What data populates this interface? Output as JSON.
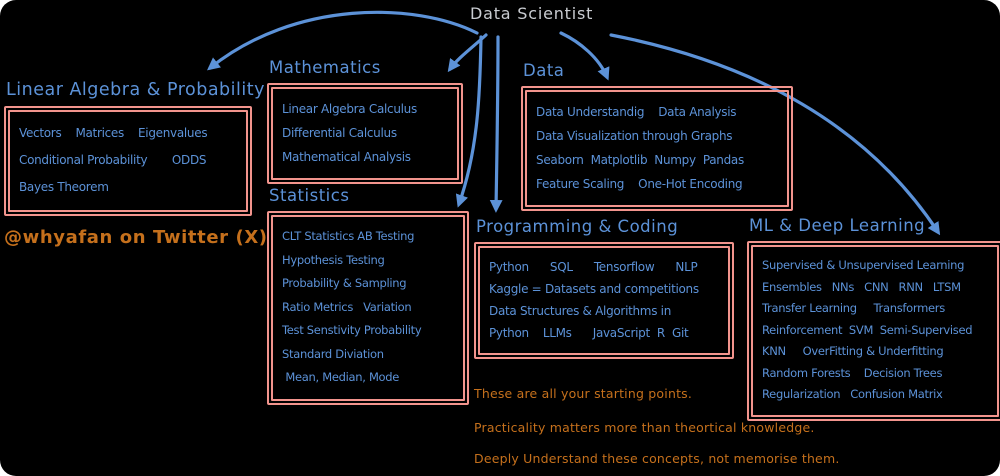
{
  "title": "Data Scientist",
  "credit": "@whyafan on Twitter (X)",
  "colors": {
    "bg": "#000000",
    "blue": "#5c92d8",
    "salmon": "#f2948d",
    "orange": "#c5701c",
    "gray": "#c9ccd1"
  },
  "boxes": {
    "linear": {
      "heading": "Linear Algebra & Probability",
      "lines": [
        "Vectors    Matrices    Eigenvalues",
        "Conditional Probability       ODDS",
        "Bayes Theorem"
      ]
    },
    "math": {
      "heading": "Mathematics",
      "lines": [
        "Linear Algebra Calculus",
        "Differential Calculus",
        "Mathematical Analysis"
      ]
    },
    "stats": {
      "heading": "Statistics",
      "lines": [
        "CLT Statistics AB Testing",
        "Hypothesis Testing",
        "Probability & Sampling",
        "Ratio Metrics   Variation",
        "Test Senstivity Probability",
        "Standard Diviation",
        " Mean, Median, Mode"
      ]
    },
    "data": {
      "heading": "Data",
      "lines": [
        "Data Understandig    Data Analysis",
        "Data Visualization through Graphs",
        "Seaborn  Matplotlib  Numpy  Pandas",
        "Feature Scaling    One-Hot Encoding"
      ]
    },
    "prog": {
      "heading": "Programming & Coding",
      "lines": [
        "Python      SQL      Tensorflow      NLP",
        "Kaggle = Datasets and competitions",
        "Data Structures & Algorithms in",
        "Python    LLMs      JavaScript  R  Git"
      ]
    },
    "ml": {
      "heading": "ML & Deep Learning",
      "lines": [
        "Supervised & Unsupervised Learning",
        "Ensembles   NNs   CNN   RNN   LTSM",
        "Transfer Learning     Transformers",
        "Reinforcement  SVM  Semi-Supervised",
        "KNN     OverFitting & Underfitting",
        "Random Forests    Decision Trees",
        "Regularization   Confusion Matrix"
      ]
    }
  },
  "notes": [
    "These are all your starting points.",
    "Practicality matters more than theortical knowledge.",
    "Deeply Understand these concepts, not memorise them."
  ]
}
